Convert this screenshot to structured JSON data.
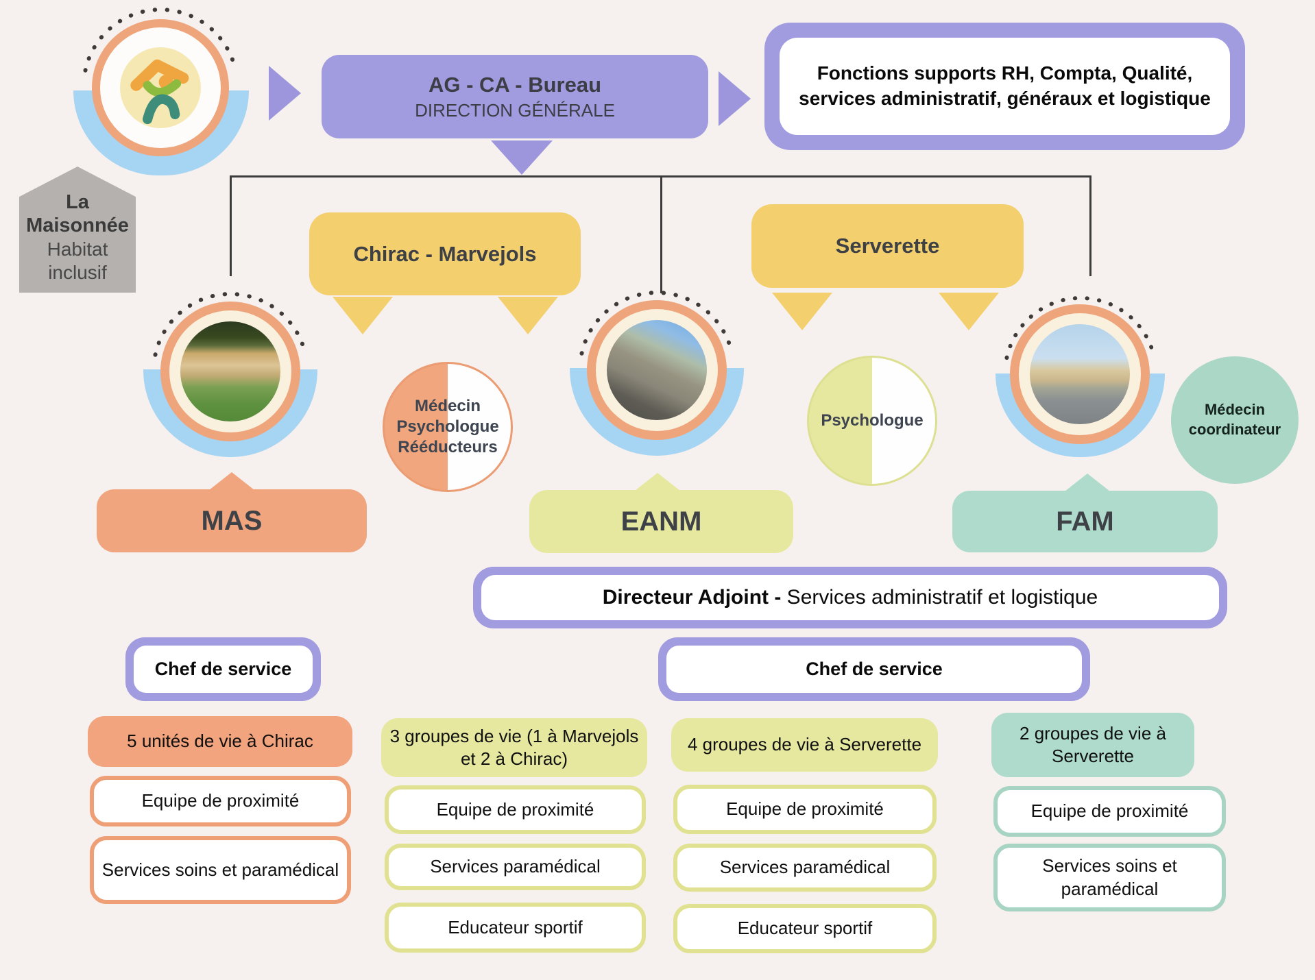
{
  "palette": {
    "background": "#f6f1ef",
    "purple": "#a19bdf",
    "purple_arrow": "#9d96dc",
    "yellow": "#f3cf6e",
    "orange": "#f1a57e",
    "green": "#e6e8a0",
    "teal": "#abd7c7",
    "blue_arc": "#a6d4f3",
    "gray_house": "#b5b1ae",
    "connector": "#3b3b3b"
  },
  "logo": {
    "org_bold": [
      "La",
      "Maisonnée"
    ],
    "org_rest": [
      "Habitat",
      "inclusif"
    ]
  },
  "direction": {
    "title": "AG - CA - Bureau",
    "subtitle": "DIRECTION GÉNÉRALE"
  },
  "supports": {
    "text": "Fonctions supports RH, Compta, Qualité, services administratif, généraux et logistique"
  },
  "sites": [
    {
      "name": "Chirac - Marvejols"
    },
    {
      "name": "Serverette"
    }
  ],
  "units": [
    {
      "code": "MAS"
    },
    {
      "code": "EANM"
    },
    {
      "code": "FAM"
    }
  ],
  "specialists": [
    {
      "lines": [
        "Médecin",
        "Psychologue",
        "Rééducteurs"
      ]
    },
    {
      "lines": [
        "Psychologue"
      ]
    },
    {
      "lines": [
        "Médecin",
        "coordinateur"
      ]
    }
  ],
  "deputy": {
    "bold": "Directeur Adjoint -",
    "rest": " Services administratif et logistique"
  },
  "chefs": [
    {
      "label": "Chef de service"
    },
    {
      "label": "Chef de service"
    }
  ],
  "columns": [
    {
      "theme": "orange",
      "header": "5 unités de vie à Chirac",
      "items": [
        "Equipe de proximité",
        "Services soins et paramédical"
      ]
    },
    {
      "theme": "green",
      "header": "3 groupes de vie (1 à Marvejols et 2 à Chirac)",
      "items": [
        "Equipe de proximité",
        "Services paramédical",
        "Educateur sportif"
      ]
    },
    {
      "theme": "green",
      "header": "4 groupes de vie à Serverette",
      "items": [
        "Equipe de proximité",
        "Services paramédical",
        "Educateur sportif"
      ]
    },
    {
      "theme": "teal",
      "header": "2 groupes de vie à Serverette",
      "items": [
        "Equipe de proximité",
        "Services soins et paramédical"
      ]
    }
  ]
}
